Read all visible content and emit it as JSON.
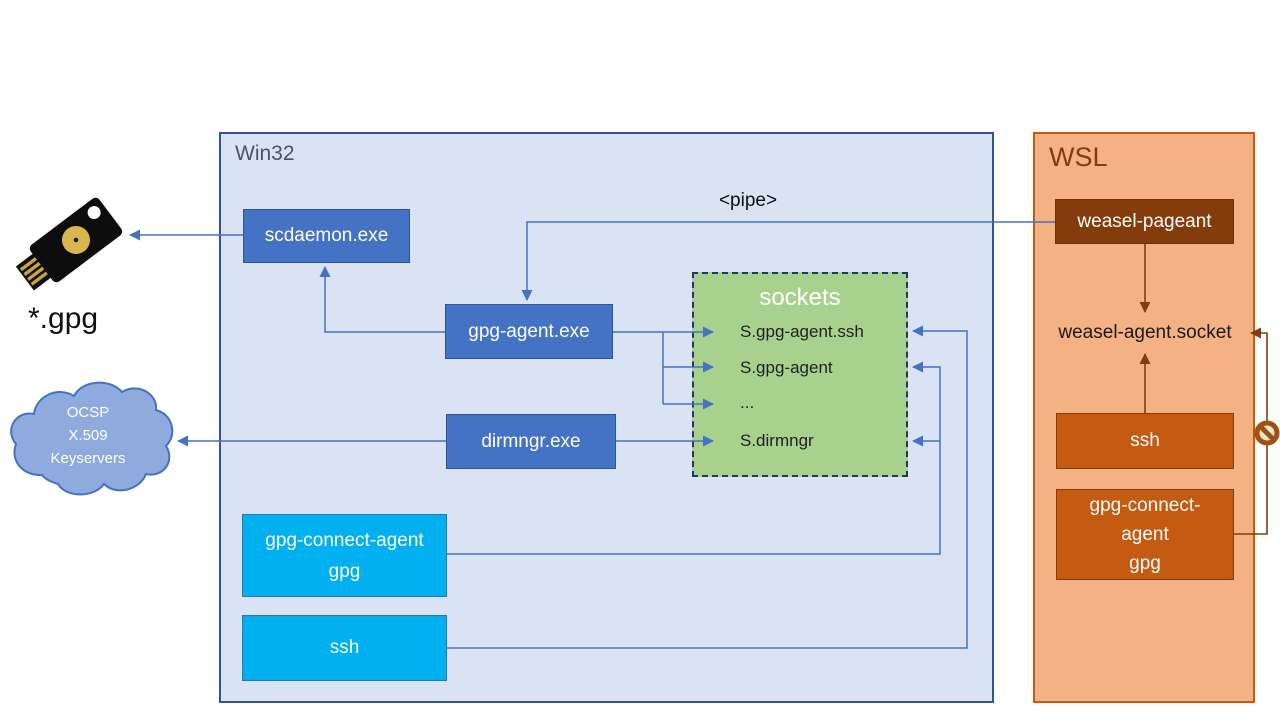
{
  "colors": {
    "win32_fill": "#dae3f3",
    "win32_border": "#2f5597",
    "process_blue": "#4472c4",
    "process_cyan": "#00b0f0",
    "sockets_green": "#a9d18e",
    "sockets_border": "#203864",
    "wsl_fill": "#f4b183",
    "wsl_border": "#c55a11",
    "wsl_dark_box": "#843c0c",
    "wsl_orange_box": "#c55a11",
    "arrow_blue": "#4472c4",
    "arrow_brown": "#843c0c",
    "cloud_fill": "#8faadc"
  },
  "peripherals": {
    "gpg_files_label": "*.gpg",
    "yubikey_icon": "yubikey-icon",
    "cloud_lines": [
      "OCSP",
      "X.509",
      "Keyservers"
    ]
  },
  "win32": {
    "title": "Win32",
    "pipe_label": "<pipe>",
    "scdaemon_label": "scdaemon.exe",
    "gpg_agent_label": "gpg-agent.exe",
    "dirmngr_label": "dirmngr.exe",
    "gpg_connect_lines": [
      "gpg-connect-agent",
      "gpg"
    ],
    "ssh_label": "ssh",
    "sockets": {
      "title": "sockets",
      "items": [
        "S.gpg-agent.ssh",
        "S.gpg-agent",
        "...",
        "S.dirmngr"
      ]
    }
  },
  "wsl": {
    "title": "WSL",
    "weasel_pageant_label": "weasel-pageant",
    "weasel_socket_label": "weasel-agent.socket",
    "ssh_label": "ssh",
    "gpg_connect_lines": [
      "gpg-connect-",
      "agent",
      "gpg"
    ],
    "no_entry_icon": "no-entry-icon"
  }
}
